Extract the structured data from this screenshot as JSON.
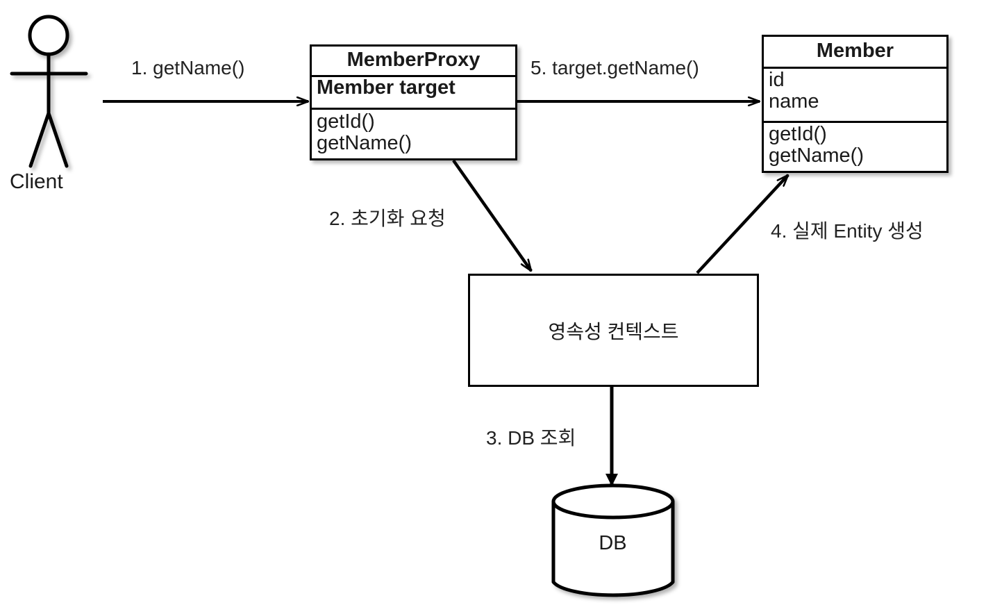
{
  "diagram": {
    "title": "JPA Proxy Lazy Loading Sequence",
    "background_color": "#ffffff",
    "stroke_color": "#000000",
    "actor": {
      "name": "Client",
      "label": "Client"
    },
    "nodes": {
      "member_proxy": {
        "title": "MemberProxy",
        "attributes": [
          "Member target"
        ],
        "operations": [
          "getId()",
          "getName()"
        ]
      },
      "member": {
        "title": "Member",
        "attributes": [
          "id",
          "name"
        ],
        "operations": [
          "getId()",
          "getName()"
        ]
      },
      "persistence_context": {
        "label": "영속성 컨텍스트"
      },
      "database": {
        "label": "DB"
      }
    },
    "edges": [
      {
        "id": "step-1",
        "number": "1.",
        "label": "1. getName()",
        "from": "Client",
        "to": "MemberProxy",
        "direction": "right"
      },
      {
        "id": "step-2",
        "number": "2.",
        "label": "2. 초기화 요청",
        "from": "MemberProxy",
        "to": "영속성 컨텍스트",
        "direction": "down-right"
      },
      {
        "id": "step-3",
        "number": "3.",
        "label": "3. DB 조회",
        "from": "영속성 컨텍스트",
        "to": "DB",
        "direction": "down"
      },
      {
        "id": "step-4",
        "number": "4.",
        "label": "4. 실제 Entity 생성",
        "from": "영속성 컨텍스트",
        "to": "Member",
        "direction": "up-right"
      },
      {
        "id": "step-5",
        "number": "5.",
        "label": "5. target.getName()",
        "from": "MemberProxy",
        "to": "Member",
        "direction": "right"
      }
    ]
  }
}
